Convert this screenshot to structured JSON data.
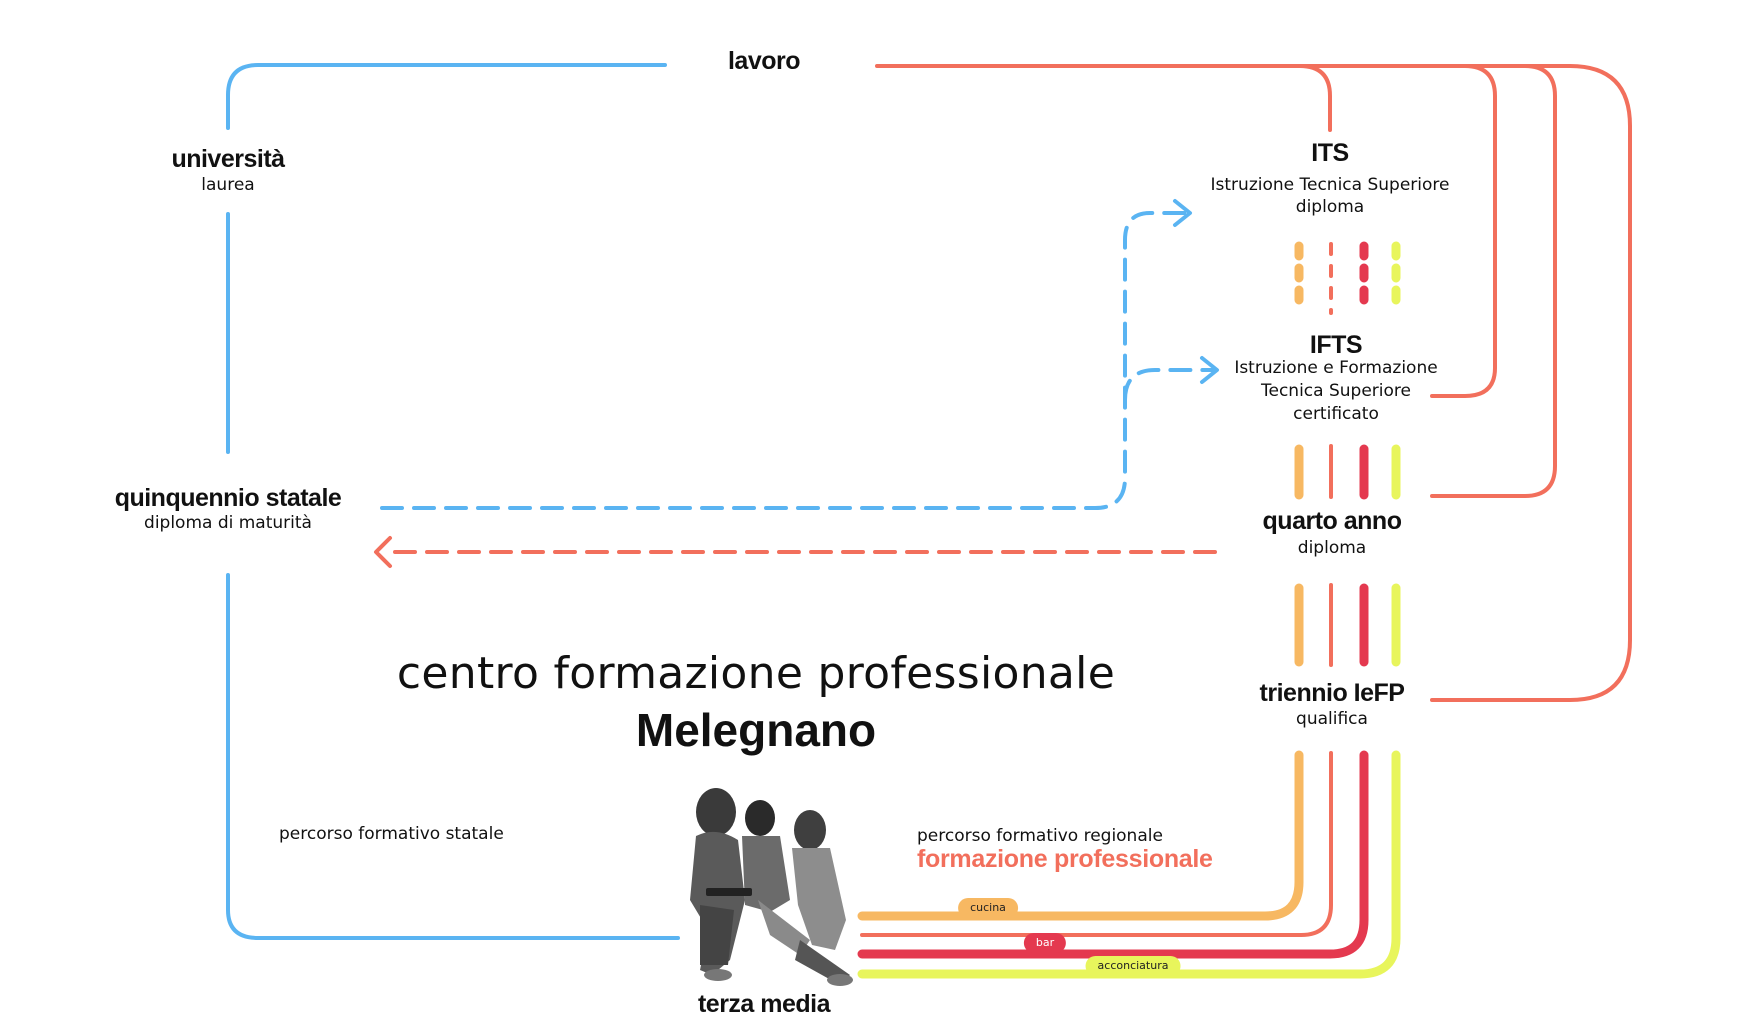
{
  "colors": {
    "statale_blue": "#5ab4f2",
    "regionale_red": "#f26f5c",
    "cucina": "#f7b862",
    "bar": "#e4394f",
    "acconciatura": "#e8f55c",
    "text": "#111111"
  },
  "nodes": {
    "lavoro": {
      "title": "lavoro"
    },
    "universita": {
      "title": "università",
      "subtitle": "laurea"
    },
    "quinquennio": {
      "title": "quinquennio statale",
      "subtitle": "diploma di maturità"
    },
    "its": {
      "title": "ITS",
      "subtitle1": "Istruzione Tecnica Superiore",
      "subtitle2": "diploma"
    },
    "ifts": {
      "title": "IFTS",
      "subtitle1": "Istruzione e Formazione",
      "subtitle2": "Tecnica Superiore",
      "subtitle3": "certificato"
    },
    "quarto": {
      "title": "quarto anno",
      "subtitle": "diploma"
    },
    "triennio": {
      "title": "triennio IeFP",
      "subtitle": "qualifica"
    },
    "terza": {
      "title": "terza media"
    }
  },
  "center": {
    "line1": "centro formazione professionale",
    "line2": "Melegnano"
  },
  "paths": {
    "statale_caption": "percorso formativo statale",
    "regionale_caption": "percorso formativo regionale",
    "regionale_emphasis": "formazione professionale"
  },
  "tracks": [
    {
      "label": "cucina",
      "color": "#f7b862"
    },
    {
      "label": "",
      "color": "#f26f5c"
    },
    {
      "label": "bar",
      "color": "#e4394f"
    },
    {
      "label": "acconciatura",
      "color": "#e8f55c"
    }
  ],
  "icons": {
    "photo": "students-photo-icon",
    "arrow": "arrow-right-icon"
  }
}
